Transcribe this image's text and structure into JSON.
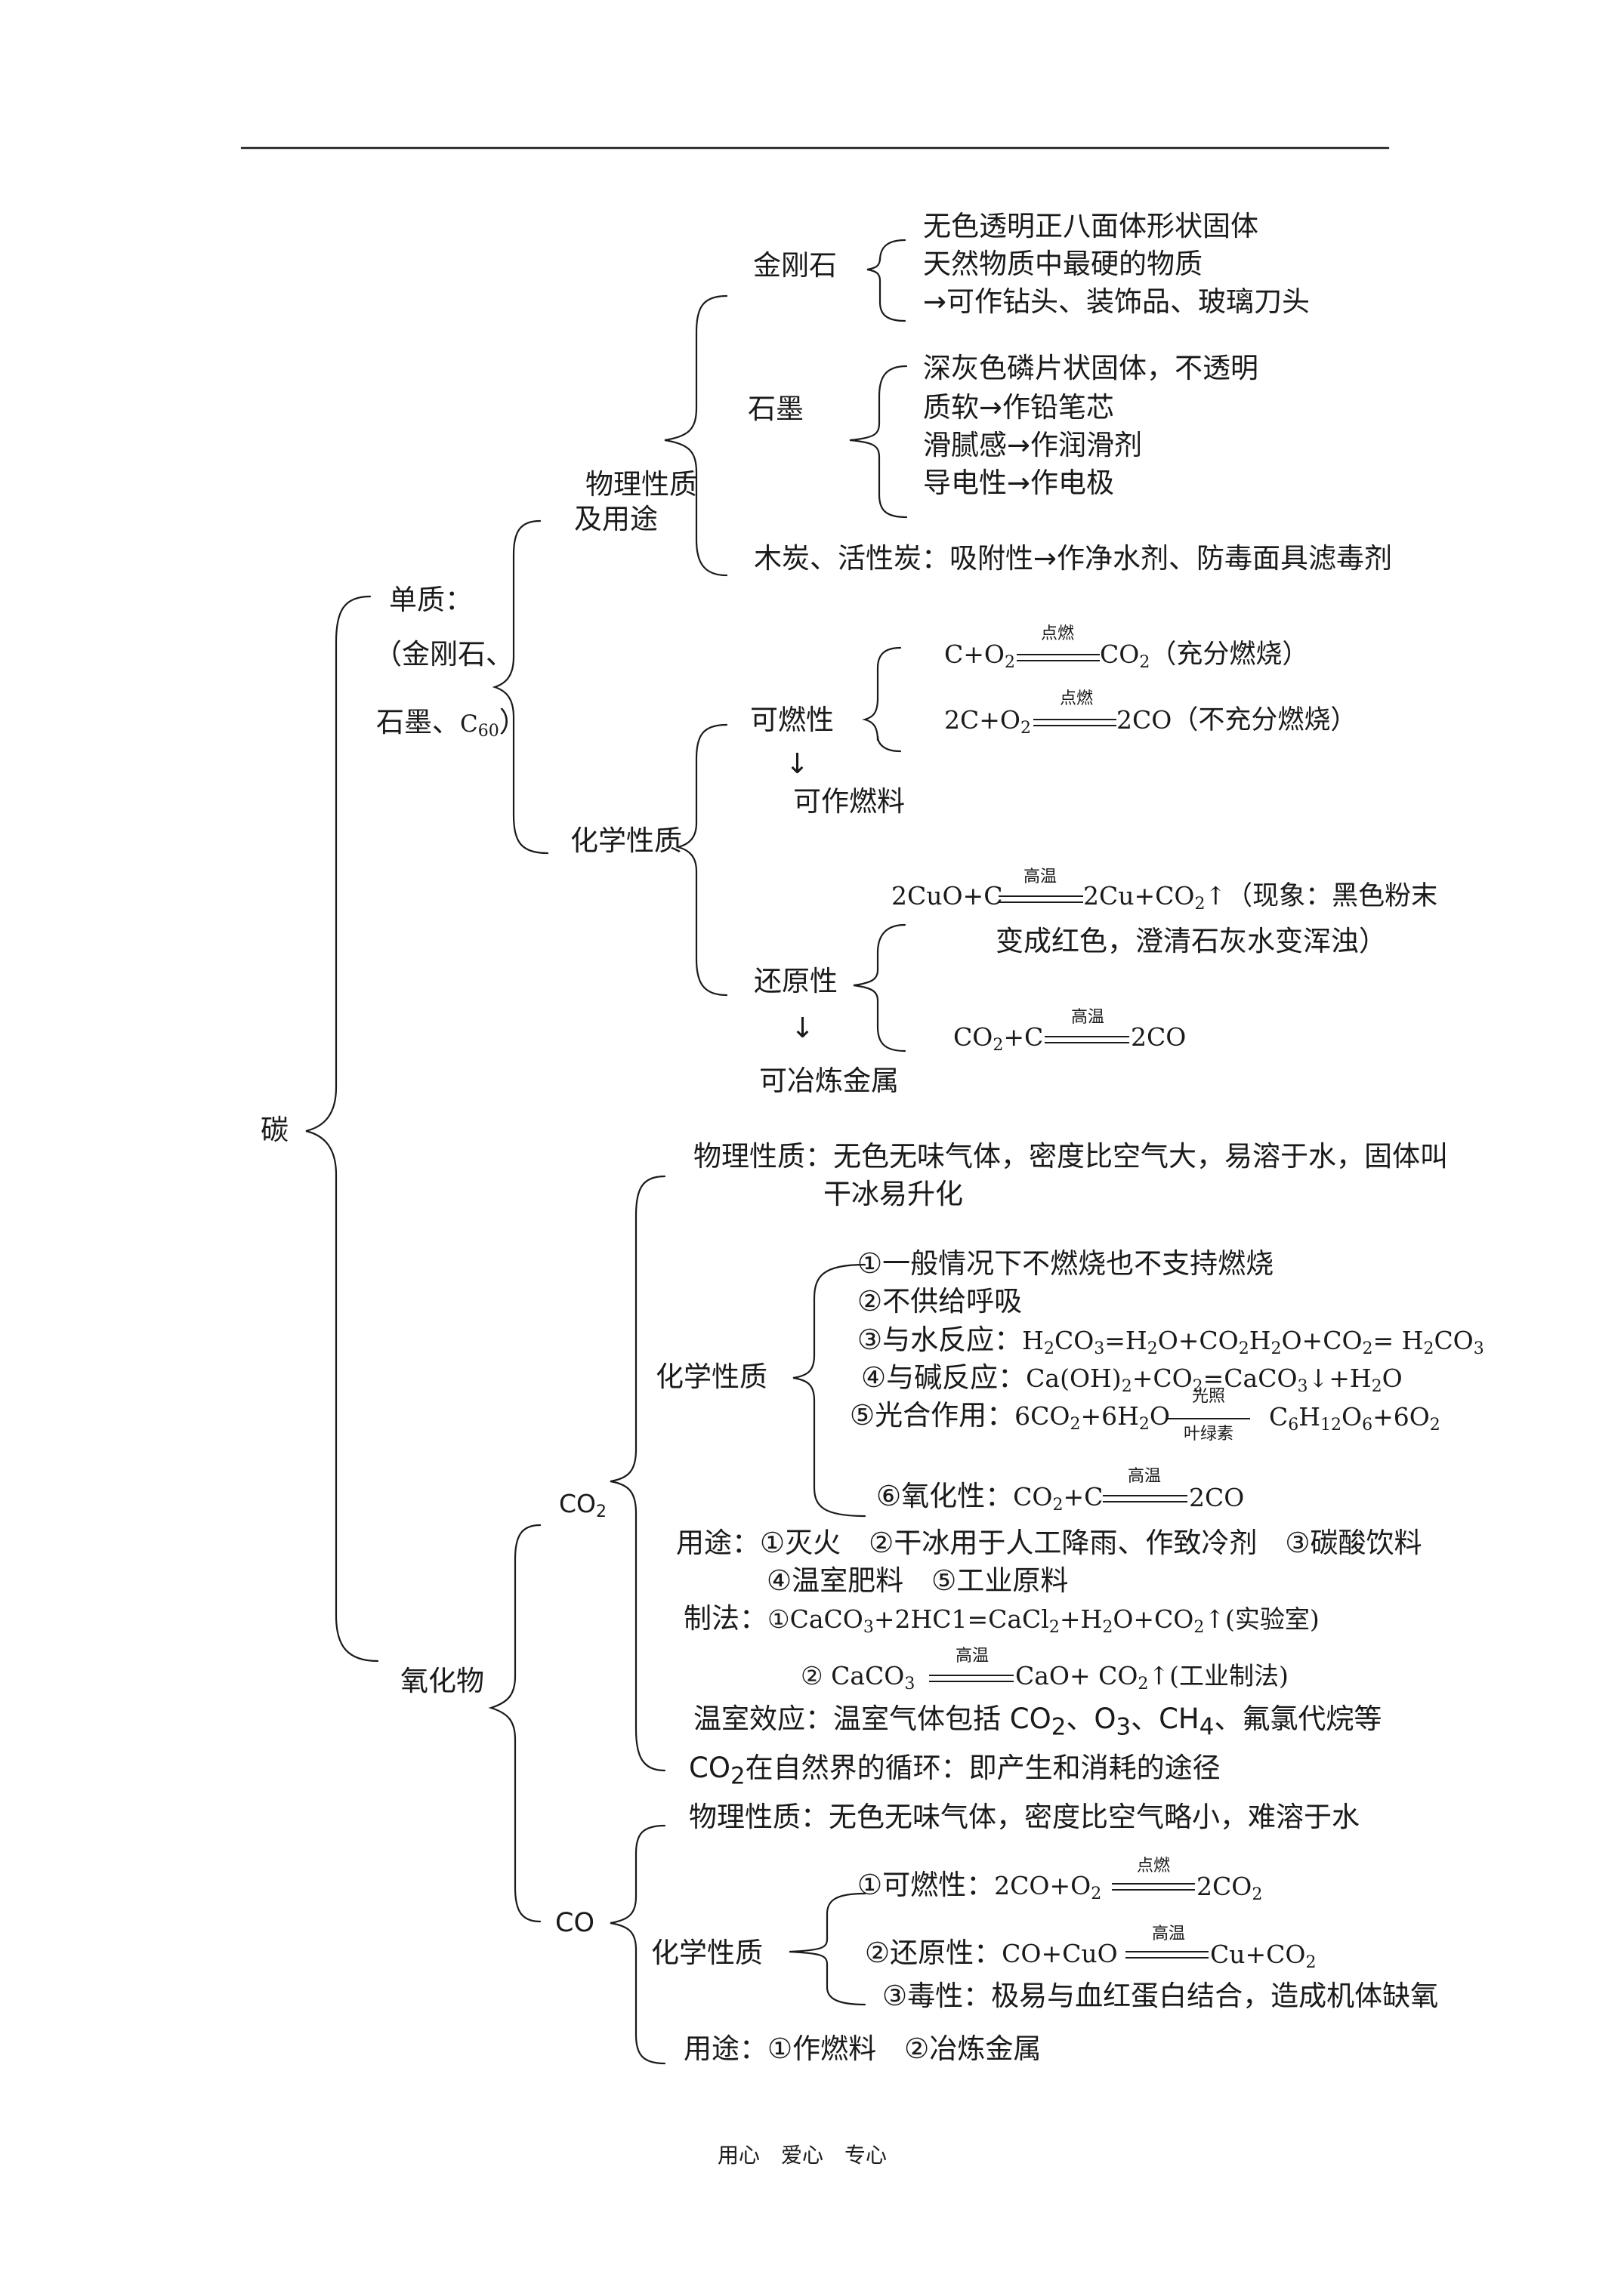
{
  "root": "碳",
  "simple": {
    "head": "单质：",
    "items_a": "（金刚石、",
    "items_b": "石墨、",
    "c60_base": "C",
    "c60_sub": "60",
    "c60_paren": "）",
    "physical_a": "物理性质",
    "physical_b": "及用途",
    "diamond": {
      "name": "金刚石",
      "props": [
        "无色透明正八面体形状固体",
        "天然物质中最硬的物质",
        "→可作钻头、装饰品、玻璃刀头"
      ]
    },
    "graphite": {
      "name": "石墨",
      "props": [
        "深灰色磷片状固体，不透明",
        "质软→作铅笔芯",
        "滑腻感→作润滑剂",
        "导电性→作电极"
      ]
    },
    "charcoal": "木炭、活性炭：吸附性→作净水剂、防毒面具滤毒剂",
    "chemical": "化学性质",
    "combustible": {
      "name": "可燃性",
      "arrow": "↓",
      "use": "可作燃料",
      "eq1": {
        "lhs": [
          "C+O",
          "2"
        ],
        "cond": "点燃",
        "rhs": [
          "CO",
          "2"
        ],
        "note": "（充分燃烧）"
      },
      "eq2": {
        "lhs": [
          "2C+O",
          "2"
        ],
        "cond": "点燃",
        "rhs": "2CO",
        "note": "（不充分燃烧）"
      }
    },
    "reducing": {
      "name": "还原性",
      "arrow": "↓",
      "use": "可冶炼金属",
      "eq1": {
        "lhs": "2CuO+C",
        "cond": "高温",
        "rhs": [
          "2Cu+CO",
          "2",
          "↑"
        ],
        "note": "（现象：黑色粉末",
        "note2": "变成红色，澄清石灰水变浑浊）"
      },
      "eq2": {
        "lhs": [
          "CO",
          "2",
          "+C"
        ],
        "cond": "高温",
        "rhs": "2CO"
      }
    }
  },
  "oxide": {
    "head": "氧化物",
    "co2": {
      "name": [
        "CO",
        "2"
      ],
      "physical_a": "物理性质：无色无味气体，密度比空气大，易溶于水，固体叫",
      "physical_b": "干冰易升化",
      "chemical": "化学性质",
      "c1": "①一般情况下不燃烧也不支持燃烧",
      "c2": "②不供给呼吸",
      "c3_label": "③与水反应：",
      "c3_eq": [
        "H",
        "2",
        "CO",
        "3",
        "=H",
        "2",
        "O+CO",
        "2",
        "H",
        "2",
        "O+CO",
        "2",
        "= H",
        "2",
        "CO",
        "3"
      ],
      "c4_label": "④与碱反应：",
      "c4_eq": [
        "Ca(OH)",
        "2",
        "+CO",
        "2",
        "=CaCO",
        "3",
        "↓+H",
        "2",
        "O"
      ],
      "c5_label": "⑤光合作用：",
      "c5_lhs": [
        "6CO",
        "2",
        "+6H",
        "2",
        "O"
      ],
      "c5_cond_top": "光照",
      "c5_cond_bottom": "叶绿素",
      "c5_rhs": [
        "C",
        "6",
        "H",
        "12",
        "O",
        "6",
        "+6O",
        "2"
      ],
      "c6_label": "⑥氧化性：",
      "c6_lhs": [
        "CO",
        "2",
        "+C"
      ],
      "c6_cond": "高温",
      "c6_rhs": "2CO",
      "use_a": "用途：①灭火　②干冰用于人工降雨、作致冷剂　③碳酸饮料",
      "use_b": "④温室肥料　⑤工业原料",
      "prep_label": "制法：",
      "prep1": [
        "①CaCO",
        "3",
        "+2HC1=CaCl",
        "2",
        "+H",
        "2",
        "O+CO",
        "2",
        "↑(实验室)"
      ],
      "prep2_lhs": [
        "②  CaCO",
        "3"
      ],
      "prep2_cond": "高温",
      "prep2_rhs": [
        "CaO+ CO",
        "2",
        "↑(工业制法)"
      ],
      "greenhouse": [
        "温室效应：温室气体包括 CO",
        "2",
        "、O",
        "3",
        "、CH",
        "4",
        "、氟氯代烷等"
      ],
      "cycle": [
        "CO",
        "2",
        "在自然界的循环：即产生和消耗的途径"
      ]
    },
    "co": {
      "name": "CO",
      "physical": "物理性质：无色无味气体，密度比空气略小，难溶于水",
      "chemical": "化学性质",
      "c1_label": "①可燃性：",
      "c1_lhs": [
        "2CO+O",
        "2"
      ],
      "c1_cond": "点燃",
      "c1_rhs": [
        "2CO",
        "2"
      ],
      "c2_label": "②还原性：",
      "c2_lhs": "CO+CuO",
      "c2_cond": "高温",
      "c2_rhs": [
        "Cu+CO",
        "2"
      ],
      "c3": "③毒性：极易与血红蛋白结合，造成机体缺氧",
      "use": "用途：①作燃料　②冶炼金属"
    }
  },
  "footer": "用心　爱心　专心"
}
